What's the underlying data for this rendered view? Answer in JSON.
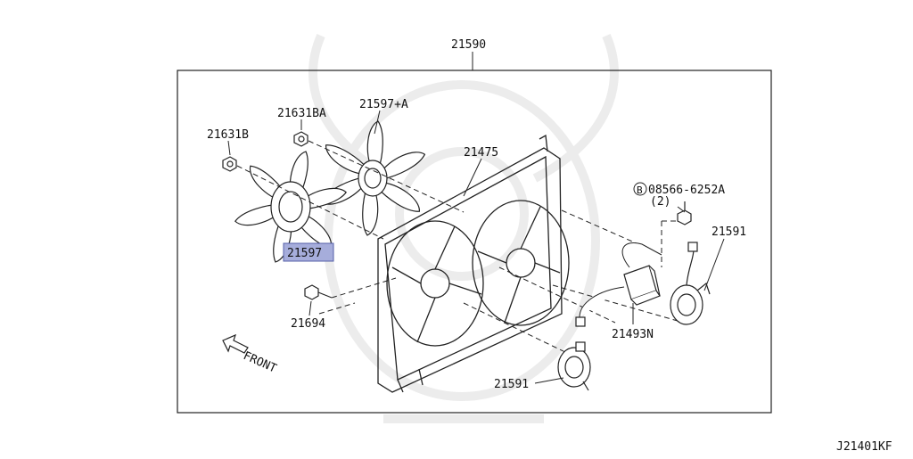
{
  "diagram": {
    "assembly_label": "21590",
    "diagram_code": "J21401KF",
    "direction_label": "FRONT",
    "highlighted_part": "21597",
    "highlight_color": "#a6addb",
    "line_color": "#222222",
    "watermark_color": "#ececec",
    "bolt_marker": "B",
    "parts": {
      "nut_small": "21631B",
      "nut_large": "21631BA",
      "fan_front": "21597",
      "fan_rear": "21597+A",
      "shroud": "21475",
      "bolt_part": "08566-6252A",
      "bolt_qty": "(2)",
      "motor_right": "21591",
      "motor_bottom": "21591",
      "resistor": "21493N",
      "bolt_lower": "21694"
    }
  }
}
